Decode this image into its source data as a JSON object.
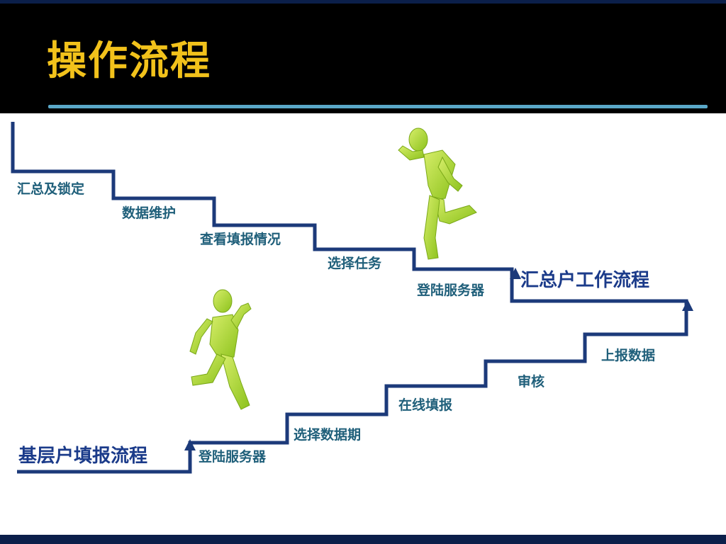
{
  "slide": {
    "title": "操作流程"
  },
  "upper_flow": {
    "label": "汇总户工作流程",
    "steps": [
      "汇总及锁定",
      "数据维护",
      "查看填报情况",
      "选择任务",
      "登陆服务器"
    ]
  },
  "lower_flow": {
    "label": "基层户填报流程",
    "steps": [
      "登陆服务器",
      "选择数据期",
      "在线填报",
      "审核",
      "上报数据"
    ]
  },
  "colors": {
    "background": "#ffffff",
    "header": "#000000",
    "title": "#f2c21b",
    "rule": "#5aa8c8",
    "stairs": "#1c3a7a",
    "step_text": "#1f5f7a",
    "figure": "#a8d43a"
  },
  "icons": [
    "running-figure-icon",
    "arrow-up-icon"
  ]
}
